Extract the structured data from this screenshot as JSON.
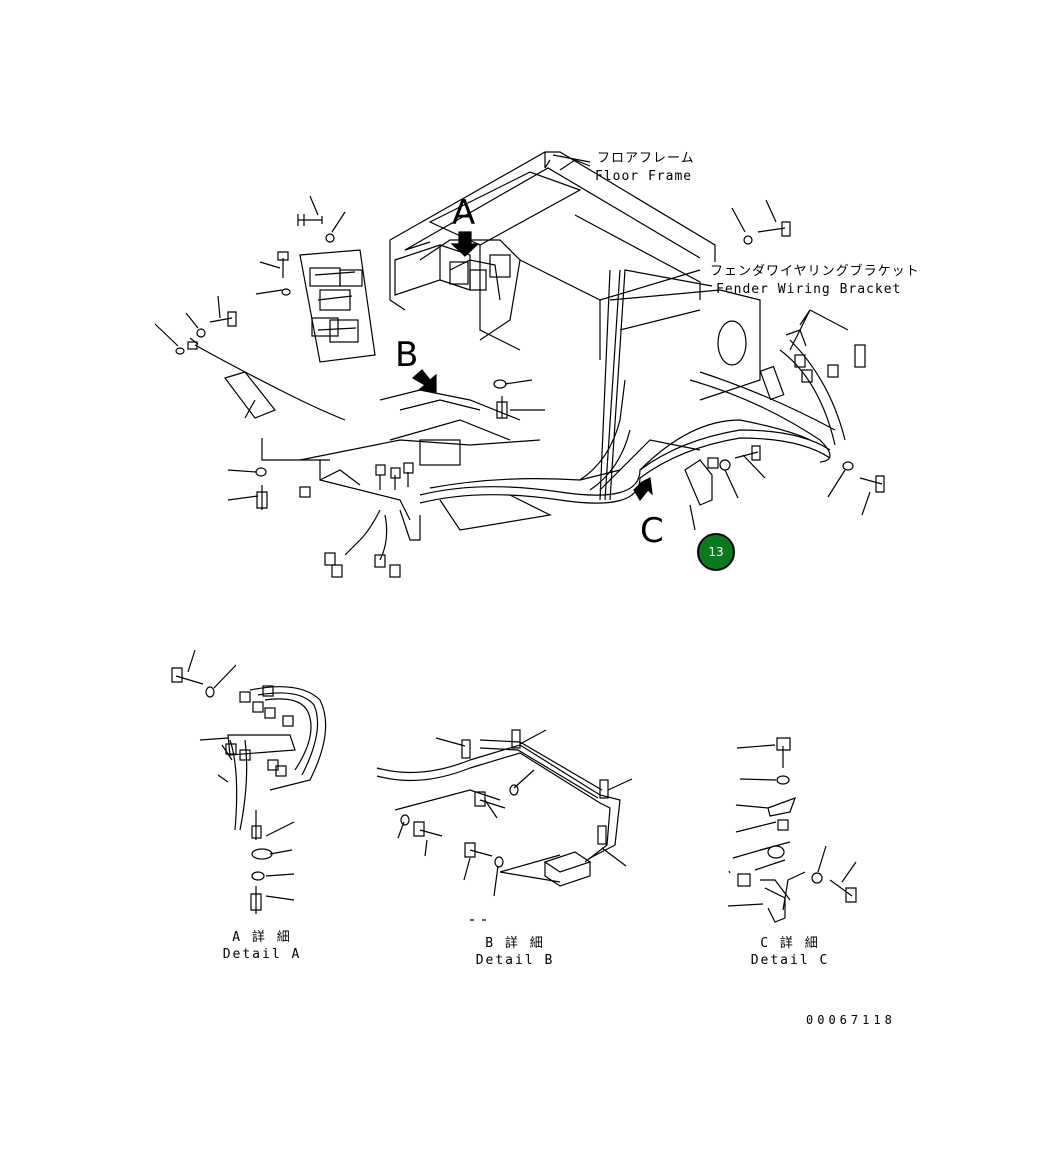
{
  "labels": {
    "floor_frame_jp": "フロアフレーム",
    "floor_frame_en": "Floor Frame",
    "fender_bracket_jp": "フェンダワイヤリングブラケット",
    "fender_bracket_en": "Fender Wiring Bracket"
  },
  "views": {
    "a": "A",
    "b": "B",
    "c": "C"
  },
  "details": {
    "a_jp": "A 詳 細",
    "a_en": "Detail A",
    "b_jp": "B 詳 細",
    "b_en": "Detail B",
    "c_jp": "C 詳 細",
    "c_en": "Detail C"
  },
  "callout": {
    "number": "13",
    "color": "#0a7a1e"
  },
  "document_number": "00067118"
}
